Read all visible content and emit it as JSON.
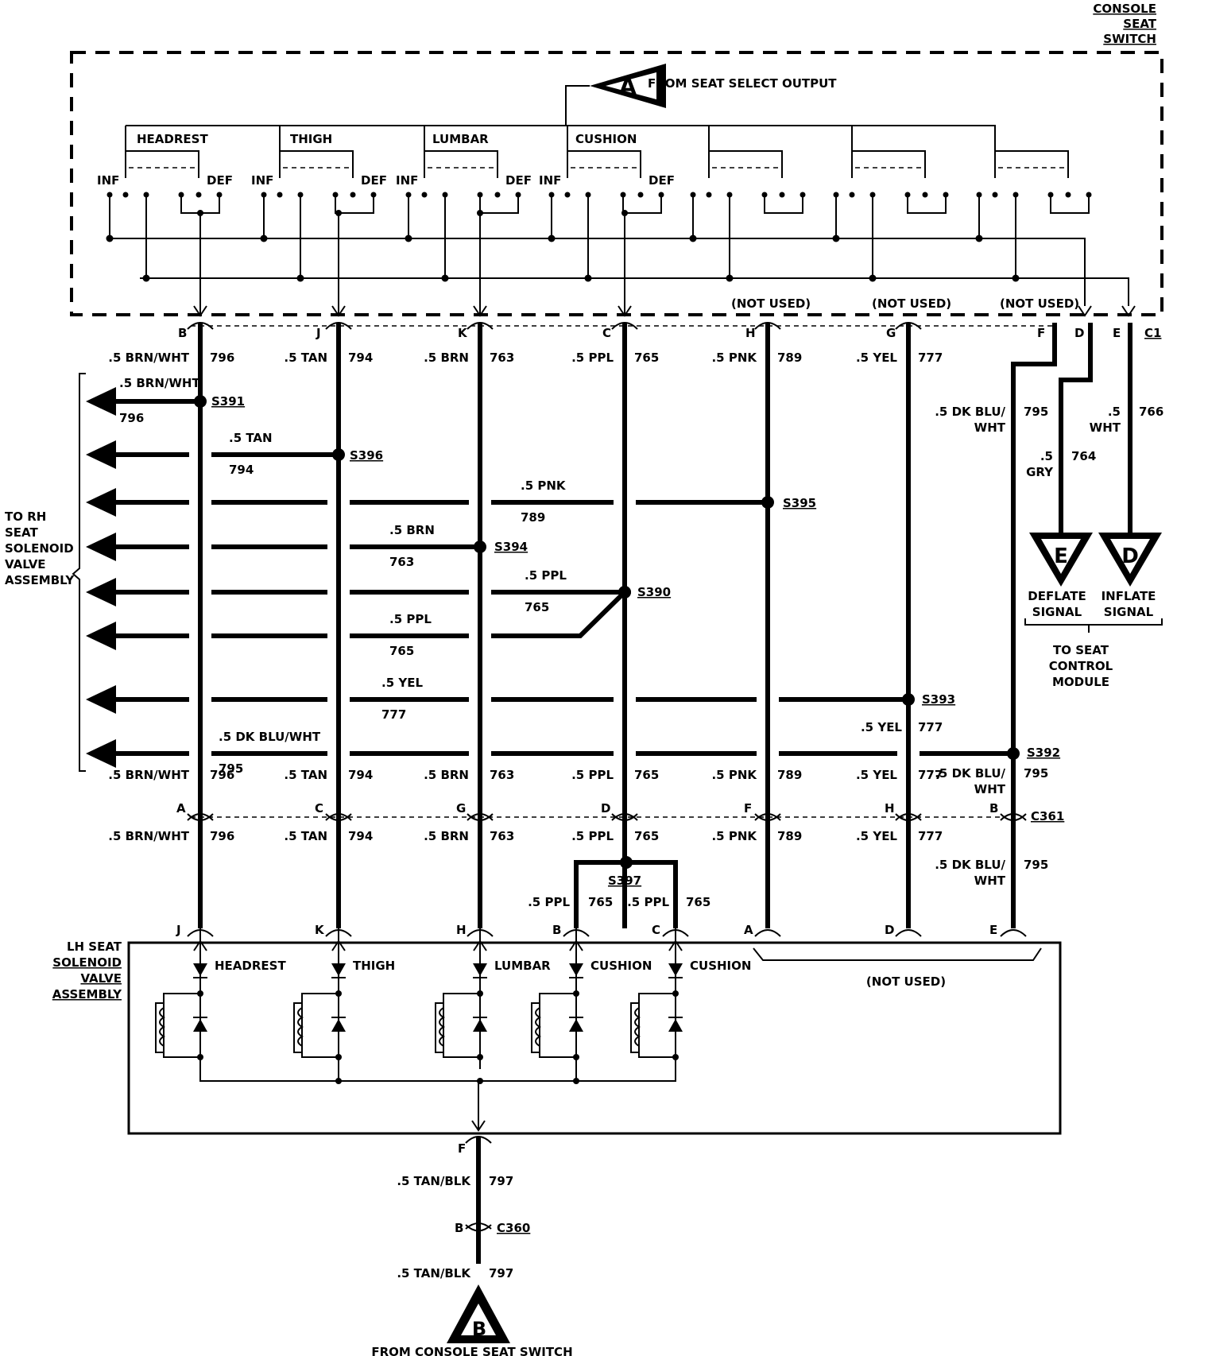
{
  "top": {
    "switch_label": [
      "CONSOLE",
      "SEAT",
      "SWITCH"
    ],
    "input_symbol": "A",
    "input_label": "FROM SEAT SELECT OUTPUT",
    "groups": [
      "HEADREST",
      "THIGH",
      "LUMBAR",
      "CUSHION"
    ],
    "inf": "INF",
    "def": "DEF",
    "not_used": "(NOT USED)",
    "connector": "C1"
  },
  "wires": [
    {
      "pin": "B",
      "gauge": ".5 BRN/WHT",
      "num": "796"
    },
    {
      "pin": "J",
      "gauge": ".5 TAN",
      "num": "794"
    },
    {
      "pin": "K",
      "gauge": ".5 BRN",
      "num": "763"
    },
    {
      "pin": "C",
      "gauge": ".5 PPL",
      "num": "765"
    },
    {
      "pin": "H",
      "gauge": ".5 PNK",
      "num": "789"
    },
    {
      "pin": "G",
      "gauge": ".5 YEL",
      "num": "777"
    }
  ],
  "right_wires": {
    "f_pin": "F",
    "d_pin": "D",
    "e_pin": "E",
    "w795_a": ".5 DK BLU/",
    "w795_b": "WHT",
    "w795_num": "795",
    "w766_a": ".5",
    "w766_b": "WHT",
    "w766_num": "766",
    "w764_a": ".5",
    "w764_b": "GRY",
    "w764_num": "764",
    "e_symbol": "E",
    "d_symbol": "D",
    "deflate": [
      "DEFLATE",
      "SIGNAL"
    ],
    "inflate": [
      "INFLATE",
      "SIGNAL"
    ],
    "to_module": [
      "TO SEAT",
      "CONTROL",
      "MODULE"
    ]
  },
  "rh_label": [
    "TO RH",
    "SEAT",
    "SOLENOID",
    "VALVE",
    "ASSEMBLY"
  ],
  "splices": {
    "s391": "S391",
    "s396": "S396",
    "s395": "S395",
    "s394": "S394",
    "s390": "S390",
    "s393": "S393",
    "s392": "S392",
    "s397": "S397"
  },
  "branches": [
    {
      "gauge": ".5 BRN/WHT",
      "num": "796"
    },
    {
      "gauge": ".5 TAN",
      "num": "794"
    },
    {
      "gauge": ".5 PNK",
      "num": "789"
    },
    {
      "gauge": ".5 BRN",
      "num": "763"
    },
    {
      "gauge": ".5 PPL",
      "num": "765"
    },
    {
      "gauge": ".5 PPL",
      "num": "765"
    },
    {
      "gauge": ".5 YEL",
      "num": "777"
    },
    {
      "gauge": ".5 DK BLU/WHT",
      "num": "795"
    }
  ],
  "c361": {
    "name": "C361",
    "pins": [
      "A",
      "C",
      "G",
      "D",
      "F",
      "H",
      "B"
    ],
    "pre": [
      ".5 BRN/WHT",
      ".5 TAN",
      ".5 BRN",
      ".5 PPL",
      ".5 PNK",
      ".5 YEL",
      ".5 DK BLU/",
      "WHT"
    ],
    "pre_nums": [
      "796",
      "794",
      "763",
      "765",
      "789",
      "777",
      "795"
    ],
    "post": [
      ".5 BRN/WHT",
      ".5 TAN",
      ".5 BRN",
      ".5 PPL",
      ".5 PNK",
      ".5 YEL",
      ".5 DK BLU/",
      "WHT"
    ],
    "post_nums": [
      "796",
      "794",
      "763",
      "765",
      "789",
      "777",
      "795"
    ],
    "yel_mid": ".5 YEL",
    "yel_mid_num": "777"
  },
  "s397_branch": {
    "l_gauge": ".5 PPL",
    "l_num": "765",
    "r_gauge": ".5 PPL",
    "r_num": "765"
  },
  "lh": {
    "label": [
      "LH SEAT",
      "SOLENOID",
      "VALVE",
      "ASSEMBLY"
    ],
    "pins": [
      "J",
      "K",
      "H",
      "B",
      "C",
      "A",
      "D",
      "E"
    ],
    "valves": [
      "HEADREST",
      "THIGH",
      "LUMBAR",
      "CUSHION",
      "CUSHION"
    ],
    "not_used": "(NOT USED)",
    "out_pin": "F"
  },
  "ground": {
    "gauge": ".5 TAN/BLK",
    "num": "797",
    "c360": "C360",
    "c360_pin": "B",
    "gauge2": ".5 TAN/BLK",
    "num2": "797",
    "symbol": "B",
    "label": "FROM CONSOLE SEAT SWITCH"
  }
}
